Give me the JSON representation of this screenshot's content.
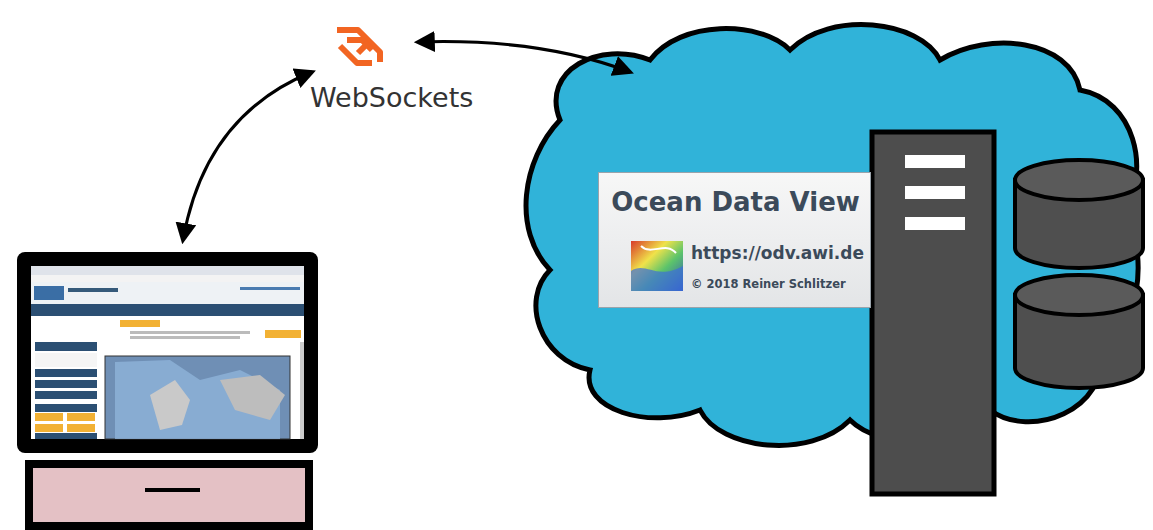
{
  "diagram": {
    "nodes": [
      {
        "text": [
          "Ocean Data View",
          "https://odv.awi.de",
          "© 2018 Reiner Schlitzer"
        ]
      }
    ],
    "labels": [
      "WebSockets"
    ]
  }
}
